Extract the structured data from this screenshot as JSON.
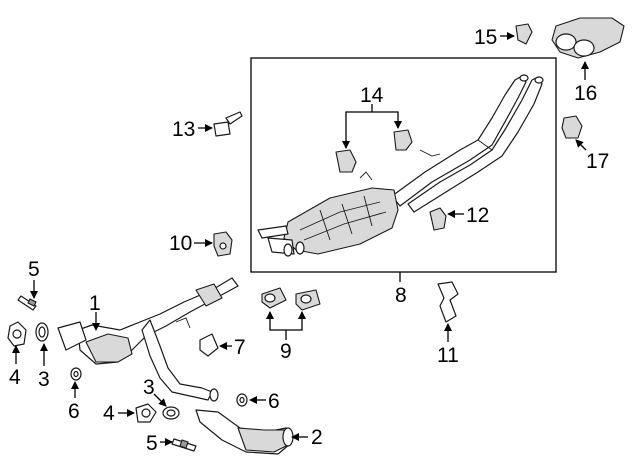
{
  "callouts": {
    "c1": "1",
    "c2": "2",
    "c3a": "3",
    "c3b": "3",
    "c4a": "4",
    "c4b": "4",
    "c5a": "5",
    "c5b": "5",
    "c6a": "6",
    "c6b": "6",
    "c7": "7",
    "c8": "8",
    "c9": "9",
    "c10": "10",
    "c11": "11",
    "c12": "12",
    "c13": "13",
    "c14": "14",
    "c15": "15",
    "c16": "16",
    "c17": "17"
  }
}
